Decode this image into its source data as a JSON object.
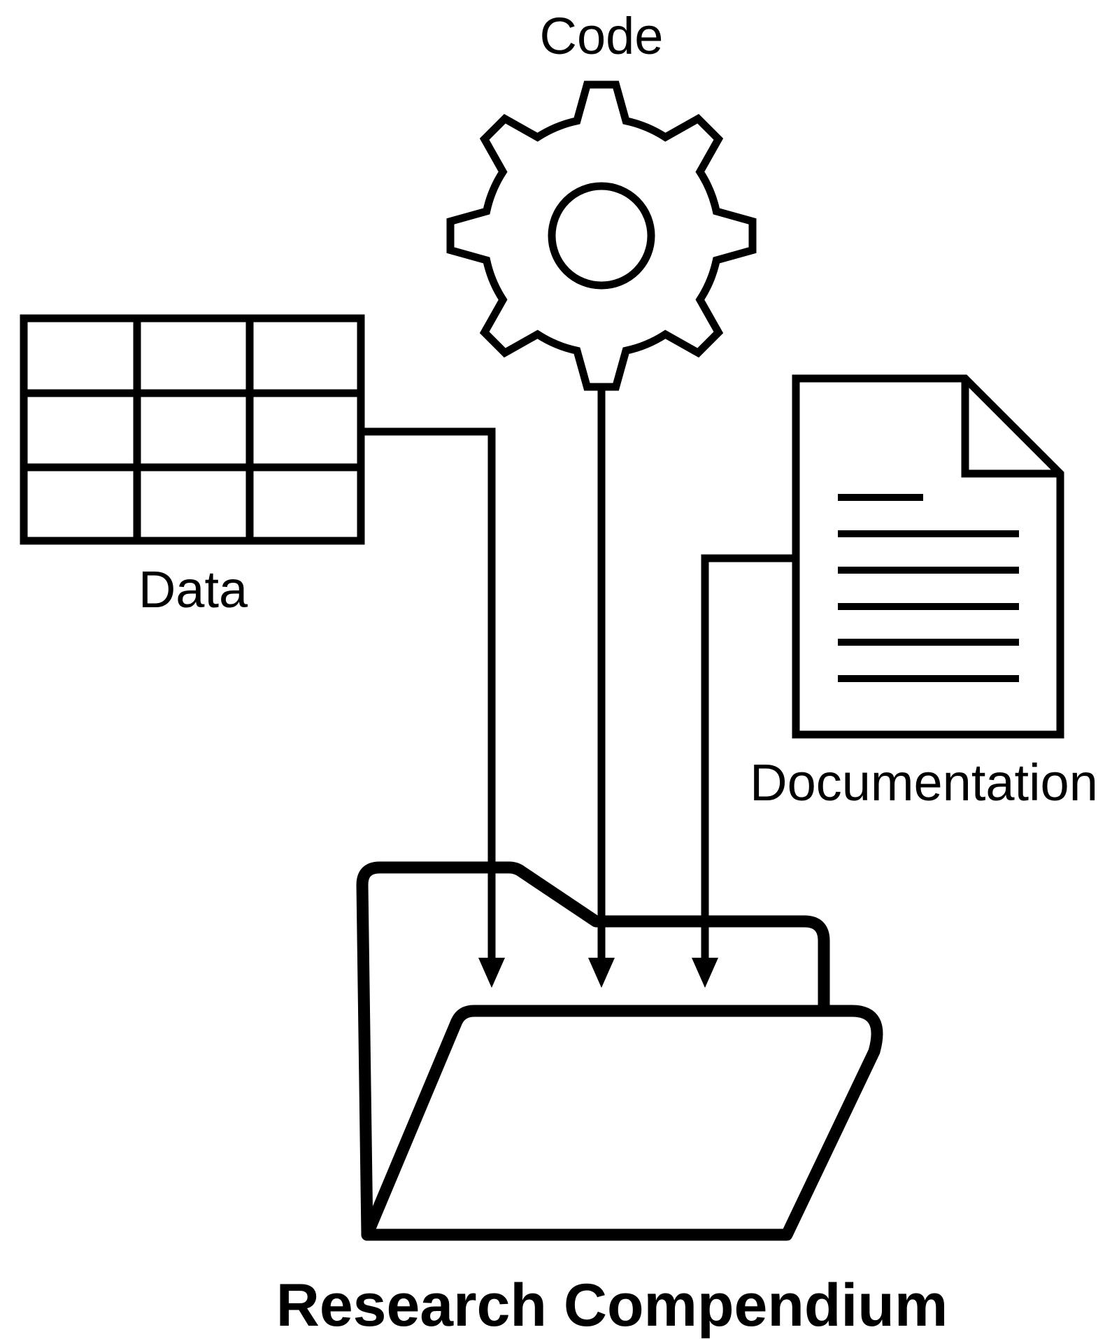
{
  "nodes": {
    "code": {
      "label": "Code",
      "icon": "gear-icon"
    },
    "data": {
      "label": "Data",
      "icon": "table-grid-icon"
    },
    "documentation": {
      "label": "Documentation",
      "icon": "document-icon"
    },
    "compendium": {
      "label": "Research Compendium",
      "icon": "folder-open-icon"
    }
  },
  "edges": [
    {
      "from": "data",
      "to": "compendium"
    },
    {
      "from": "code",
      "to": "compendium"
    },
    {
      "from": "documentation",
      "to": "compendium"
    }
  ],
  "colors": {
    "stroke": "#000000",
    "background": "#ffffff"
  }
}
